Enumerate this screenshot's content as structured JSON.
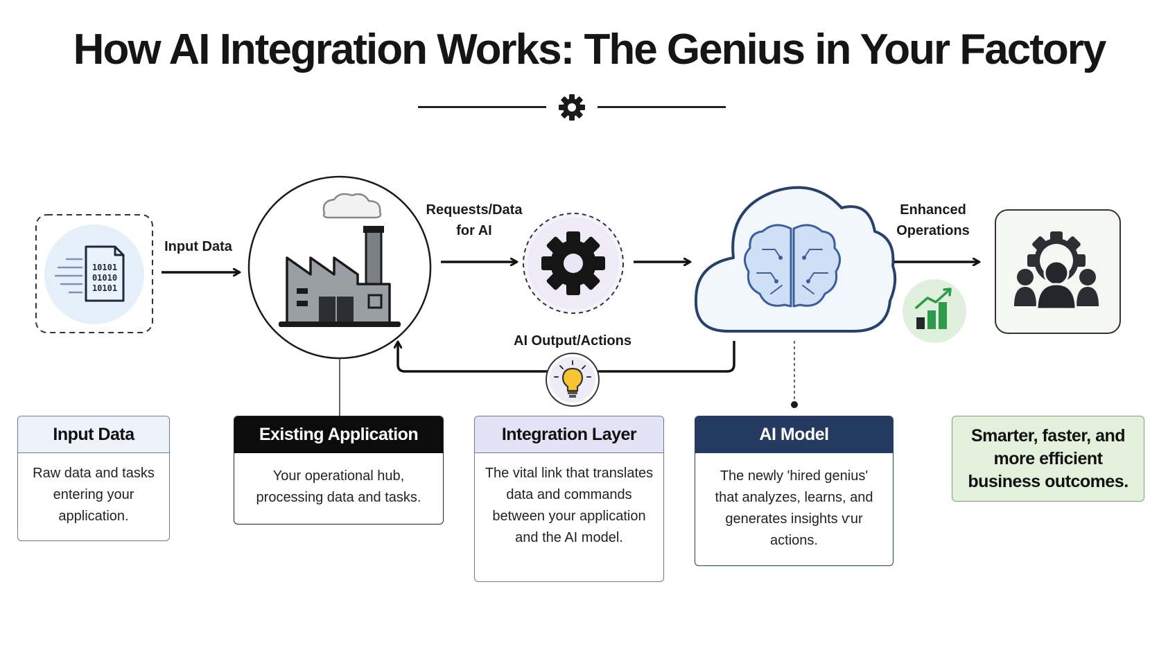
{
  "title": "How AI Integration Works: The Genius in Your Factory",
  "flow_labels": {
    "input_data": "Input Data",
    "requests_line1": "Requests/Data",
    "requests_line2": "for AI",
    "ai_output": "AI Output/Actions",
    "enhanced_line1": "Enhanced",
    "enhanced_line2": "Operations"
  },
  "binary": [
    "10101",
    "01010",
    "10101"
  ],
  "cards": {
    "input": {
      "title": "Input Data",
      "body": "Raw data and tasks entering your application."
    },
    "app": {
      "title": "Existing Application",
      "body": "Your operational hub, processing data and tasks."
    },
    "integration": {
      "title": "Integration Layer",
      "body": "The vital link that translates data and commands between your application and the AI model."
    },
    "ai": {
      "title": "AI Model",
      "body": "The newly 'hired genius' that analyzes, learns, and generates insights ѵur actions."
    },
    "outcome": {
      "body": "Smarter, faster, and more efficient business outcomes."
    }
  },
  "icons": {
    "divider": "gear-icon",
    "input": "binary-document-icon",
    "app": "factory-icon",
    "integration": "gear-icon",
    "ai": "brain-cloud-icon",
    "growth": "growth-chart-icon",
    "feedback": "lightbulb-icon",
    "team": "team-gear-icon"
  },
  "colors": {
    "ai_header": "#253a61",
    "integration_header": "#e4e2f5",
    "input_header": "#eef3fb",
    "outcome_bg": "#e3f1dc",
    "growth_green": "#2f9a4a"
  }
}
